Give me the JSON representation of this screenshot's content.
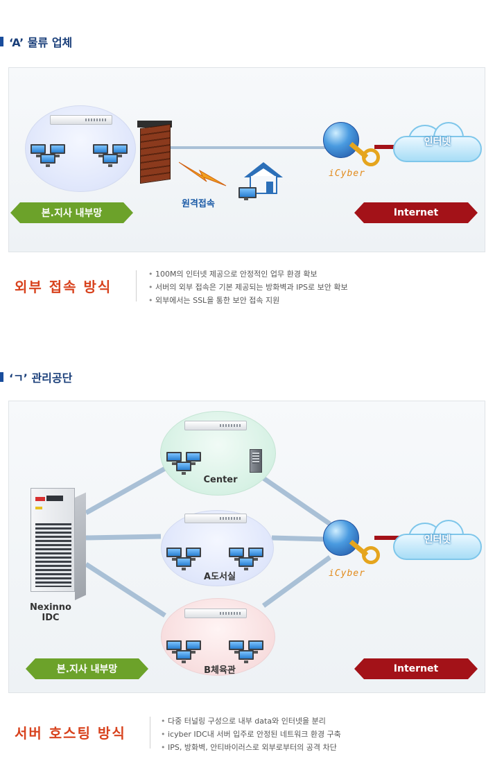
{
  "section1": {
    "title": "‘A’ 물류 업체",
    "remote_label": "원격접속",
    "internal_net": "본.지사 내부망",
    "internet_label": "Internet",
    "cloud_label": "인터넷",
    "icyber_label": "iCyber",
    "method_title": "외부 접속 방식",
    "bullets": [
      "100M의 인터넷 제공으로 안정적인 업무 환경 확보",
      "서버의 외부 접속은 기본 제공되는 방화벽과 IPS로 보안 확보",
      "외부에서는 SSL을 통한 보안 접속 지원"
    ]
  },
  "section2": {
    "title": "‘ㄱ’ 관리공단",
    "idc_line1": "Nexinno",
    "idc_line2": "IDC",
    "center_label": "Center",
    "a_label": "A도서실",
    "b_label": "B체육관",
    "internal_net": "본.지사 내부망",
    "internet_label": "Internet",
    "cloud_label": "인터넷",
    "icyber_label": "iCyber",
    "method_title": "서버 호스팅 방식",
    "bullets": [
      "다중 터널링 구성으로 내부 data와 인터넷을 분리",
      "icyber IDC내 서버 입주로 안정된 네트워크 환경 구축",
      "IPS, 방화벽, 안티바이러스로 외부로부터의 공격 차단"
    ]
  },
  "colors": {
    "title_blue": "#1a3f7a",
    "method_orange": "#d8421d",
    "arrow_green": "#6ca22a",
    "arrow_red": "#a31218"
  }
}
